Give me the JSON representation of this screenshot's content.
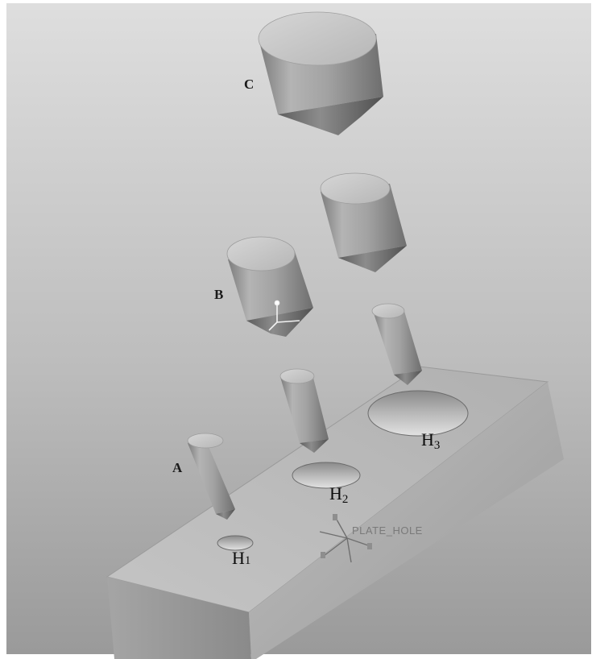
{
  "labels": {
    "part_a": "A",
    "part_b": "B",
    "part_c": "C"
  },
  "holes": [
    {
      "letter": "H",
      "index": "1"
    },
    {
      "letter": "H",
      "index": "2"
    },
    {
      "letter": "H",
      "index": "3"
    }
  ],
  "csys": {
    "label": "PLATE_HOLE"
  },
  "colors": {
    "background_top": "#dcdcdc",
    "background_bottom": "#9e9e9e",
    "solid_light": "#c9c9c9",
    "solid_mid": "#a8a8a8",
    "solid_dark": "#7e7e7e"
  }
}
